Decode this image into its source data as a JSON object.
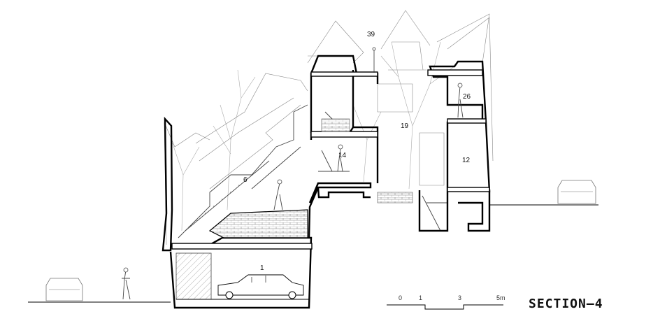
{
  "drawing": {
    "title": "SECTION—4",
    "rooms": [
      "1",
      "6",
      "14",
      "19",
      "12",
      "26",
      "39"
    ],
    "scale_bar": {
      "ticks": [
        "0",
        "1",
        "3",
        "5m"
      ]
    }
  }
}
